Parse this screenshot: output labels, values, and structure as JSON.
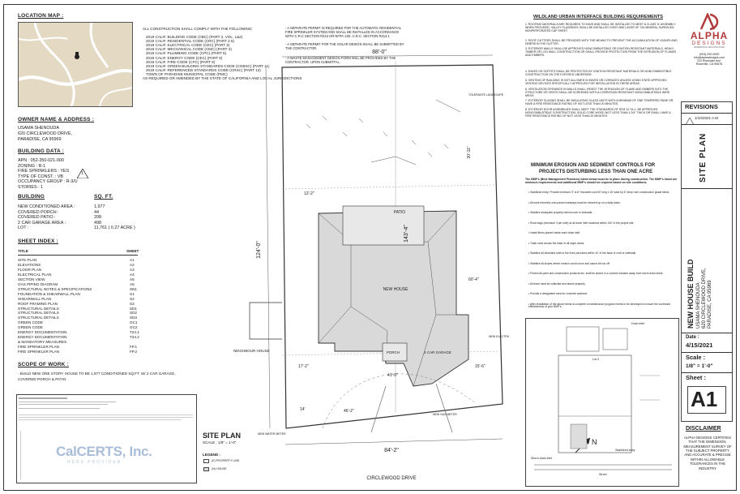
{
  "location_map": {
    "title": "LOCATION MAP :"
  },
  "code_compliance": {
    "intro": "ALL CONSTRUCTION SHALL COMPLY WITH THE FOLLOWING:",
    "codes": [
      "2019 CALIF. BUILDING CODE (CBC) (PART 2, VOL. 1&2)",
      "2019 CALIF. RESIDENTIAL CODE (CRC) (PART 2.5)",
      "2019 CALIF. ELECTRICAL CODE (CEC) (PART 3)",
      "2019 CALIF. MECHANICAL CODE (CMC) (PART 4)",
      "2019 CALIF. PLUMBING CODE (CPC) (PART 5)",
      "2019 CALIF. ENERGY CODE (CEC) (PART 6)",
      "2019 CALIF. FIRE CODE (CFC) (PART 9)",
      "2019 CALIF. GREEN BUILDING STANDARDS CODE (CGBSC) (PART 11)",
      "2019 CALIF. REFERENCED STANDARDS CODE (CRSC) (PART 12)",
      "TOWN OF PARADISE MUNICIPAL CODE (PMC)"
    ],
    "footer": "AS REQUIRED OR AMENDED BY THE STATE OF CALIFORNIA AND LOCAL JURISDICTIONS"
  },
  "permit_notes": [
    "- A SEPARATE PERMIT IS REQUIRED FOR THE AUTOMATIC RESIDENTIAL FIRE SPRINKLER SYSTEM AND SHALL BE INSTALLED IN ACCORDANCE WITH C.R.C SECTION R313 OR NFPA 13D. C.R.C. SECTION R313.1",
    "- A SEPARATE PERMIT FOR THE SOLAR DESIGN SHALL BE SUBMITTED BY THE CONTRACTOR.",
    "- A WASTE MANAGEMENT DESIGN FORM WILL BE PROVIDED BY THE CONTRACTOR. UPON SUBMITTAL."
  ],
  "owner": {
    "title": "OWNER NAME & ADDRESS :",
    "name": "USAMA SHENOUDA",
    "address1": "620 CIRCLEWOOD DRIVE,",
    "address2": "PARADISE, CA 95969"
  },
  "building_data": {
    "title": "BUILDING DATA :",
    "rows": [
      "APN : 052-350-021-000",
      "ZONING : R-1",
      "FIRE SPRINKLERS : YES",
      "TYPE OF CONST. : VB",
      "OCCUPANCY GROUP : R-3/U",
      "STORIES : 1"
    ],
    "revision_tag": "1"
  },
  "areas": {
    "col1": "BUILDING",
    "col2": "SQ. FT.",
    "rows": [
      {
        "label": "NEW CONDITIONED AREA :",
        "value": "1,977"
      },
      {
        "label": "COVERED PORCH :",
        "value": "44"
      },
      {
        "label": "COVERED PATIO :",
        "value": "208"
      },
      {
        "label": "2 CAR GARAGE AREA :",
        "value": "498"
      },
      {
        "label": "LOT :",
        "value": "11,761 ( 0.27 ACRE )"
      }
    ]
  },
  "sheet_index": {
    "title": "SHEET INDEX :",
    "col1": "TITLE",
    "col2": "SHEET",
    "rows": [
      {
        "title": "SITE PLAN",
        "sheet": "A1"
      },
      {
        "title": "ELEVATIONS",
        "sheet": "A2"
      },
      {
        "title": "FLOOR PLAN",
        "sheet": "A3"
      },
      {
        "title": "ELECTRICAL PLAN",
        "sheet": "A4"
      },
      {
        "title": "SECTION VIEW",
        "sheet": "A5"
      },
      {
        "title": "GAS PIPING DIAGRAM",
        "sheet": "A6"
      },
      {
        "title": "STRUCTURAL NOTES & SPECIFICATIONS",
        "sheet": "SN1"
      },
      {
        "title": "FOUNDATION & SHEARWALL PLAN",
        "sheet": "S1"
      },
      {
        "title": "SHEARWALL PLAN",
        "sheet": "S2"
      },
      {
        "title": "ROOF FRAMING PLAN",
        "sheet": "S3"
      },
      {
        "title": "STRUCTURAL DETAILS",
        "sheet": "SD1"
      },
      {
        "title": "STRUCTURAL DETAILS",
        "sheet": "SD2"
      },
      {
        "title": "STRUCTURAL DETAILS",
        "sheet": "SD3"
      },
      {
        "title": "GREEN CODE",
        "sheet": "GC1"
      },
      {
        "title": "GREEN CODE",
        "sheet": "GC2"
      },
      {
        "title": "ENERGY DOCUMENTATION",
        "sheet": "T24.1"
      },
      {
        "title": "ENERGY DOCUMENTATION",
        "sheet": "T24.2"
      },
      {
        "title": "& MANDATORY MEASURES",
        "sheet": ""
      },
      {
        "title": "FIRE SPRINKLER PLAN",
        "sheet": "FP.1"
      },
      {
        "title": "FIRE SPRINKLER PLAN",
        "sheet": "FP.2"
      }
    ]
  },
  "scope": {
    "title": "SCOPE OF WORK :",
    "text1": "- BUILD NEW ONE STORY HOUSE TO BE 1,977 CONDITIONED SQ.FT. W/ 2 CAR GARAGE,",
    "text2": "COVERED PORCH & PATIO."
  },
  "calcerts": {
    "name": "CalCERTS, Inc.",
    "sub": "HERS PROVIDER"
  },
  "site_plan": {
    "dim_top": "88'-0\"",
    "dim_bottom": "84'-2\"",
    "dim_left": "124'-0\"",
    "dim_right": "143'-4\"",
    "dim_setback_right": "30'-11\"",
    "dim_a": "12'-2\"",
    "dim_b": "17'-2\"",
    "dim_c": "14'",
    "dim_d": "46'-2\"",
    "dim_e": "41'-9\"",
    "dim_f": "15'-6\"",
    "dim_g": "60'-4\"",
    "label_patio": "PATIO",
    "label_house": "NEW HOUSE",
    "label_porch": "PORCH",
    "label_garage": "2 CAR GARAGE",
    "label_neighbour": "NEIGHBOUR HOUSE",
    "label_street": "CIRCLEWOOD DRIVE",
    "label_water": "NEW WATER METER",
    "label_gas": "NEW GAS METER",
    "label_electric": "NEW ELECTRICAL PANEL",
    "label_tolerant": "TOLERANTE LANDSCAPE"
  },
  "site_title": {
    "title": "SITE PLAN",
    "scale": "SCALE : 1/8\" = 1'-0\"",
    "legend_title": "LEGEND :",
    "legend1": "(E) PROPERTY LINE",
    "legend2": "(N) HOUSE",
    "north": "N"
  },
  "wui": {
    "title": "WILDLAND URBAN INTERFACE BUILDING REQUIREMENTS",
    "items": [
      "1. ROOFING MATERIALS ARE REQUIRED TO HAVE AND SHALL BE INSTALLED TO MEET A CLASS 'A' ASSEMBLY. WHEN PROVIDED, VALLEY FLASHINGS SHALL BE INSTALLED OVER ONE LAYER OF 72# MINERAL SURFACED NONPERFORATED CAP SHEET.",
      "2. ROOF GUTTERS SHALL BE PROVIDED WITH THE MEANS TO PREVENT THE ACCUMULATION OF LEAVES AND DEBRIS IN THE GUTTER.",
      "3. EXTERIOR WALLS SHALL BE APPROVED NONCOMBUSTIBLE OR IGNITION RESISTANT MATERIALS, HEAVY TIMBER OR LOG WALL CONSTRUCTION OR SHALL PROVIDE PROTECTION FROM THE INTRUSION OF FLAMES AND EMBERS.",
      "4. EAVES OR SOFFITS SHALL BE PROTECTED BY IGNITION RESISTANT MATERIALS OR NONCOMBUSTIBLE CONSTRUCTION ON THE EXPOSED UNDERSIDE.",
      "5. VENTING OF BUILDING IS NOT ALLOWED IN EAVES OR CORNICES UNLESS USING STATE APPROVED VENTING DEVICES SPECIFICALLY APPROVED FOR INSTALLATION IN THESE AREAS.",
      "6. VENTILATION OPENINGS IN WALLS SHALL RESIST THE INTRUSION OF FLAME AND EMBERS INTO THE STRUCTURE OR VENTS SHALL BE SCREENED WITH A CORROSION RESISTANT NONCOMBUSTIBLE WIRE MESH.",
      "7. EXTERIOR GLAZING SHALL BE INSULATING GLASS UNITS WITH A MINIMUM OF ONE TEMPERED PANE OR HAVE A FIRE RESISTANCE RATING OF NOT LESS THAN 20 MINUTES.",
      "8. EXTERIOR DOOR ASSEMBLIES SHALL MEET THE STANDARDS OF SFM 12-7A-1, BE APPROVED NONCOMBUSTIBLE CONSTRUCTION, SOLID CORE WOOD NOT LESS THAN 1-3/4\" THICK OR SHALL HAVE A FIRE RESISTANCE RATING OF NOT LESS THAN 20 MINUTES."
    ]
  },
  "erosion": {
    "title1": "MINIMUM EROSION AND SEDIMENT CONTROLS FOR",
    "title2": "PROJECTS DISTURBING LESS THAN ONE ACRE",
    "intro": "The BMP's (Best Management Practices) listed below must be in place during construction. The BMP's listed are minimum requirements and additional BMP's should be required based on site conditions.",
    "items": [
      "Stabilized entry: Provide minimum 3\" to 6\" fractured rock 50' long x 15' wide by 6\" deep over construction grade fabric.",
      "All work trenched onto paved roadways must be cleaned up on a daily basis.",
      "Stabilize stockpiles properly behind curb or sidewalk.",
      "Rock bags (minimum 3 per side) at all down inlet locations within 100' of the project site.",
      "Install fibers placed inside each drain inlet.",
      "Trash cans across the base of all slope areas.",
      "Stabilize all disturbed soils in the front yard area within 10' of the back of curb or sidewalk.",
      "Stabilize all slopes where erosion could occur and cause silt run-off.",
      "Protect all paint and construction products etc. shall be stored in a covered location away from storm drain inlets.",
      "All trash must be collected and stored properly.",
      "Provide a designated area for concrete washout.",
      "After installation of the above items is complete a maintenance program needs to be developed to insure the continued effectiveness of your BMP's."
    ],
    "diagram_labels": {
      "lot": "Lot 3",
      "inlet": "Drain inlet",
      "storm": "Storm drain inlet",
      "street": "Street",
      "entry": "Stabilized entry"
    }
  },
  "logo": {
    "brand": "ALPHA",
    "brand2": "DESIGNS",
    "tagline": "RESIDENTIAL ARCHITECTURE",
    "line1": "(916)-290-0930",
    "line2": "info@alphadesigns.com",
    "line3": "223 Riverdale Ave,",
    "line4": "Roseville, CA 95678"
  },
  "titleblock": {
    "revisions": "REVISIONS",
    "rev_date": "1/10/2021 A.M",
    "sheet_name": "SITE PLAN",
    "project_line1": "NEW HOUSE BUILD",
    "project_line2": "USAMA SHENOUDA",
    "project_line3": "620 CIRCLEWOOD DRIVE,",
    "project_line4": "PARADISE, CA 95969",
    "date_label": "Date :",
    "date_value": "4/15/2021",
    "scale_label": "Scale :",
    "scale_value": "1/8\" = 1'-0\"",
    "sheet_label": "Sheet :",
    "sheet_value": "A1",
    "disclaimer_title": "DISCLAIMER",
    "disclaimer_text": "ALPHA DESIGNS CERTIFIES THAT THE DIMENSION, MEASUREMENT SURVEY OF THE SUBJECT PROPERTY AND ACCURATE & PRECISE WITHIN ALLOWABLE TOLERANCES IN THE INDUSTRY"
  }
}
